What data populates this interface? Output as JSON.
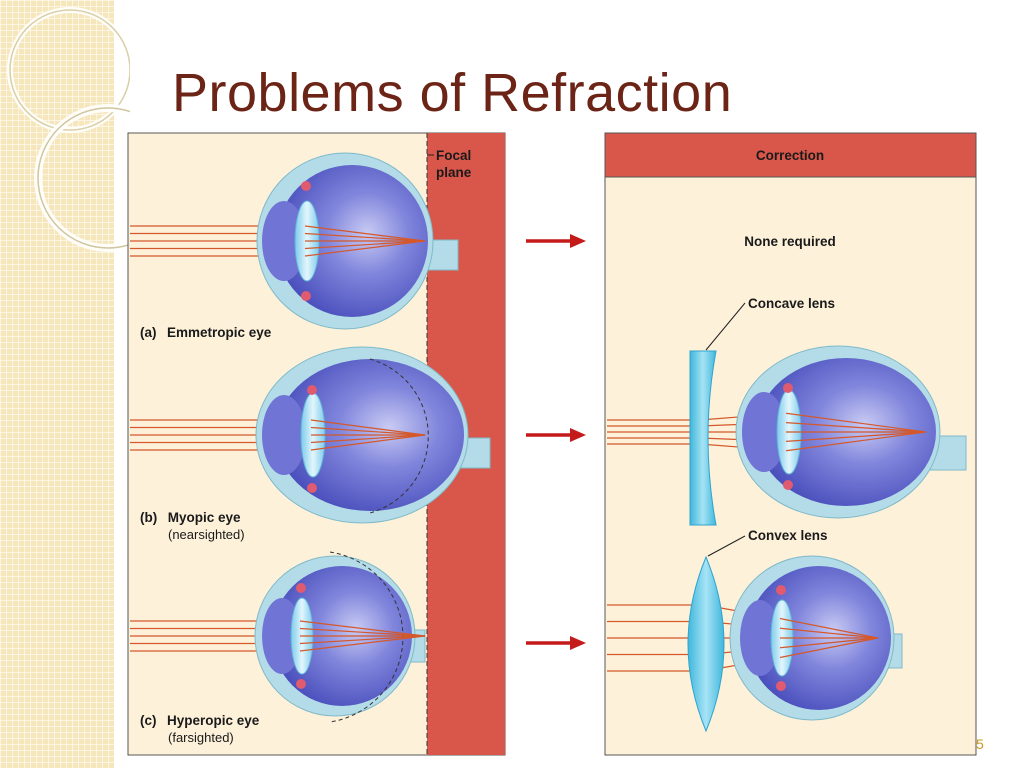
{
  "slide": {
    "title": "Problems of Refraction",
    "page_number": "5"
  },
  "diagram": {
    "focal_plane_label": [
      "Focal",
      "plane"
    ],
    "correction_header": "Correction",
    "none_required": "None required",
    "concave_lens_label": "Concave lens",
    "convex_lens_label": "Convex lens",
    "panels": [
      {
        "letter": "(a)",
        "name": "Emmetropic eye",
        "note": ""
      },
      {
        "letter": "(b)",
        "name": "Myopic eye",
        "note": "(nearsighted)"
      },
      {
        "letter": "(c)",
        "name": "Hyperopic eye",
        "note": "(farsighted)"
      }
    ]
  },
  "colors": {
    "title": "#6b2416",
    "panel_bg": "#fdf1da",
    "focal_band": "#d9574a",
    "ray": "#d4582a",
    "eyeball": "#5258c4",
    "sclera": "#b3dce8",
    "lens": "#8fd4ee",
    "arrow": "#c41a1a"
  }
}
